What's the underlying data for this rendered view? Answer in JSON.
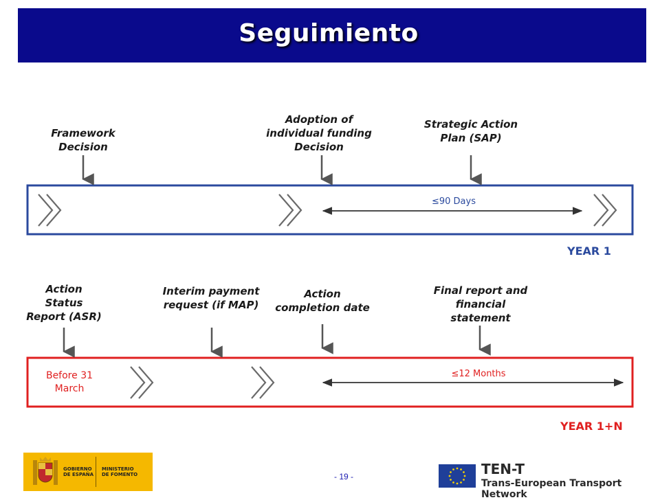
{
  "header": {
    "title": "Seguimiento"
  },
  "timeline1": {
    "milestones": [
      {
        "label_lines": [
          "Framework",
          "Decision"
        ]
      },
      {
        "label_lines": [
          "Adoption of",
          "individual funding",
          "Decision"
        ]
      },
      {
        "label_lines": [
          "Strategic Action",
          "Plan (SAP)"
        ]
      }
    ],
    "duration": "≤90 Days",
    "year_label": "YEAR 1",
    "color": "#2b4a9e"
  },
  "timeline2": {
    "milestones": [
      {
        "label_lines": [
          "Action",
          "Status",
          "Report (ASR)"
        ]
      },
      {
        "label_lines": [
          "Interim payment",
          "request (if MAP)"
        ]
      },
      {
        "label_lines": [
          "Action",
          "completion date"
        ]
      },
      {
        "label_lines": [
          "Final report and",
          "financial",
          "statement"
        ]
      }
    ],
    "note_lines": [
      "Before 31",
      "March"
    ],
    "duration": "≤12 Months",
    "year_label": "YEAR 1+N",
    "color": "#e02020"
  },
  "footer": {
    "page_number": "- 19 -",
    "gobierno_lines": [
      "GOBIERNO",
      "DE ESPAÑA"
    ],
    "ministerio_lines": [
      "MINISTERIO",
      "DE FOMENTO"
    ],
    "tent_title": "TEN-T",
    "tent_subtitle": "Trans-European Transport Network"
  },
  "colors": {
    "title_bar": "#0a0a8c",
    "arrow_gray": "#555555",
    "chevron_gray": "#6a6a6a"
  }
}
